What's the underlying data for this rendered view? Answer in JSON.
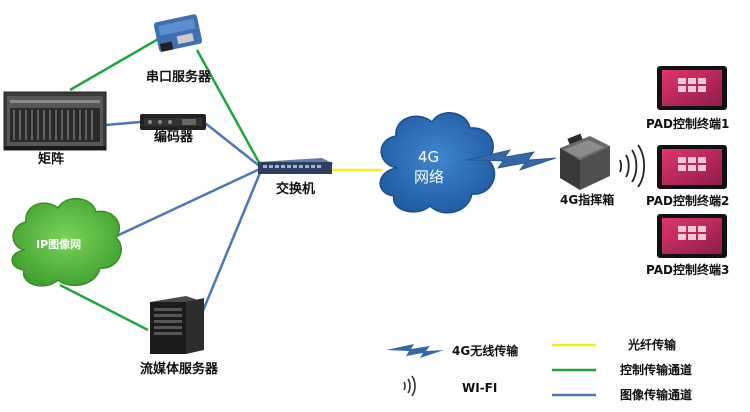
{
  "nodes": {
    "serial_server": "串口服务器",
    "matrix": "矩阵",
    "encoder": "编码器",
    "switch": "交换机",
    "ip_network": "IP图像网",
    "stream_server": "流媒体服务器",
    "net_4g_line1": "4G",
    "net_4g_line2": "网络",
    "command_box": "4G指挥箱",
    "pad1": "PAD控制终端1",
    "pad2": "PAD控制终端2",
    "pad3": "PAD控制终端3"
  },
  "legend": {
    "wireless_4g": "4G无线传输",
    "wifi": "WI-FI",
    "fiber": "光纤传输",
    "control": "控制传输通道",
    "image": "图像传输通道"
  },
  "colors": {
    "control_line": "#1fa63d",
    "image_line": "#4a78b8",
    "fiber_line": "#f2f21a",
    "cloud": "#2e6fb5",
    "wireless_bolt": "#3566a8"
  },
  "icons": [
    "matrix-icon",
    "serial-server-icon",
    "encoder-icon",
    "switch-icon",
    "stream-server-icon",
    "cloud-icon",
    "command-box-icon",
    "wifi-icon",
    "tablet-icon",
    "lightning-icon"
  ]
}
